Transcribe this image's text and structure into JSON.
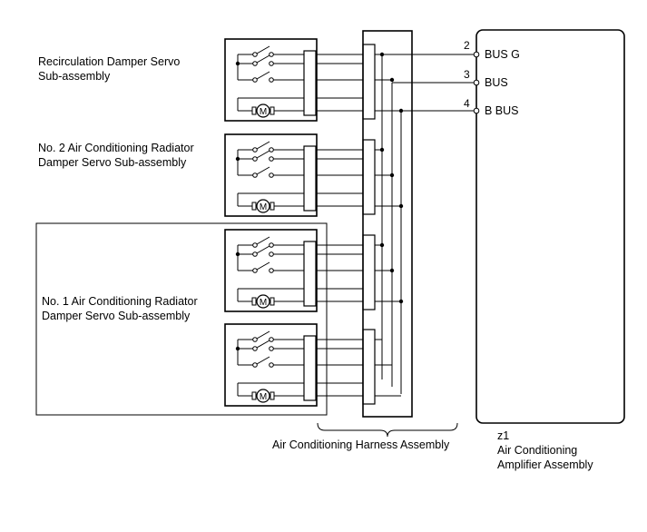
{
  "labels": {
    "recirc_line1": "Recirculation Damper Servo",
    "recirc_line2": "Sub-assembly",
    "no2_line1": "No. 2 Air Conditioning Radiator",
    "no2_line2": "Damper Servo Sub-assembly",
    "no1_line1": "No. 1 Air Conditioning Radiator",
    "no1_line2": "Damper Servo Sub-assembly",
    "harness": "Air Conditioning Harness Assembly",
    "amp_code": "z1",
    "amp_line1": "Air Conditioning",
    "amp_line2": "Amplifier Assembly",
    "motor_symbol": "M"
  },
  "pins": [
    {
      "number": "2",
      "name": "BUS G"
    },
    {
      "number": "3",
      "name": "BUS"
    },
    {
      "number": "4",
      "name": "B BUS"
    }
  ],
  "icons": {
    "switch": "switch-contact-icon",
    "motor": "motor-icon"
  }
}
